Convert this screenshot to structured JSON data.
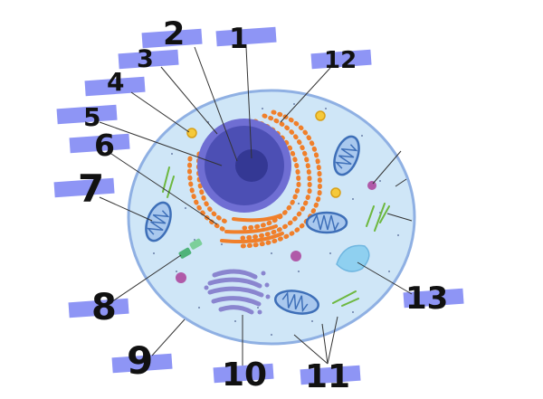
{
  "colors": {
    "label_box": "#8e95f5",
    "cytoplasm": "#cfe6f7",
    "membrane": "#8fb0e3",
    "nucleus": "#4c4fb4",
    "nucleolus": "#343894",
    "nuclear_envelope": "#6f6ed3",
    "er": "#f07f2a",
    "mitochondria": "#5a8fd1",
    "golgi": "#8a85cf",
    "lysosome": "#b05aa8",
    "peroxisome": "#f5c93a",
    "vacuole": "#8fd0f0",
    "cytoskeleton": "#6db83f",
    "centriole": "#4fb37a",
    "leader_line": "#333333"
  },
  "labels": [
    {
      "id": "1",
      "text": "1"
    },
    {
      "id": "2",
      "text": "2"
    },
    {
      "id": "3",
      "text": "3"
    },
    {
      "id": "4",
      "text": "4"
    },
    {
      "id": "5",
      "text": "5"
    },
    {
      "id": "6",
      "text": "6"
    },
    {
      "id": "7",
      "text": "7"
    },
    {
      "id": "8",
      "text": "8"
    },
    {
      "id": "9",
      "text": "9"
    },
    {
      "id": "10",
      "text": "10"
    },
    {
      "id": "11",
      "text": "11"
    },
    {
      "id": "12",
      "text": "12"
    },
    {
      "id": "13",
      "text": "13"
    }
  ]
}
